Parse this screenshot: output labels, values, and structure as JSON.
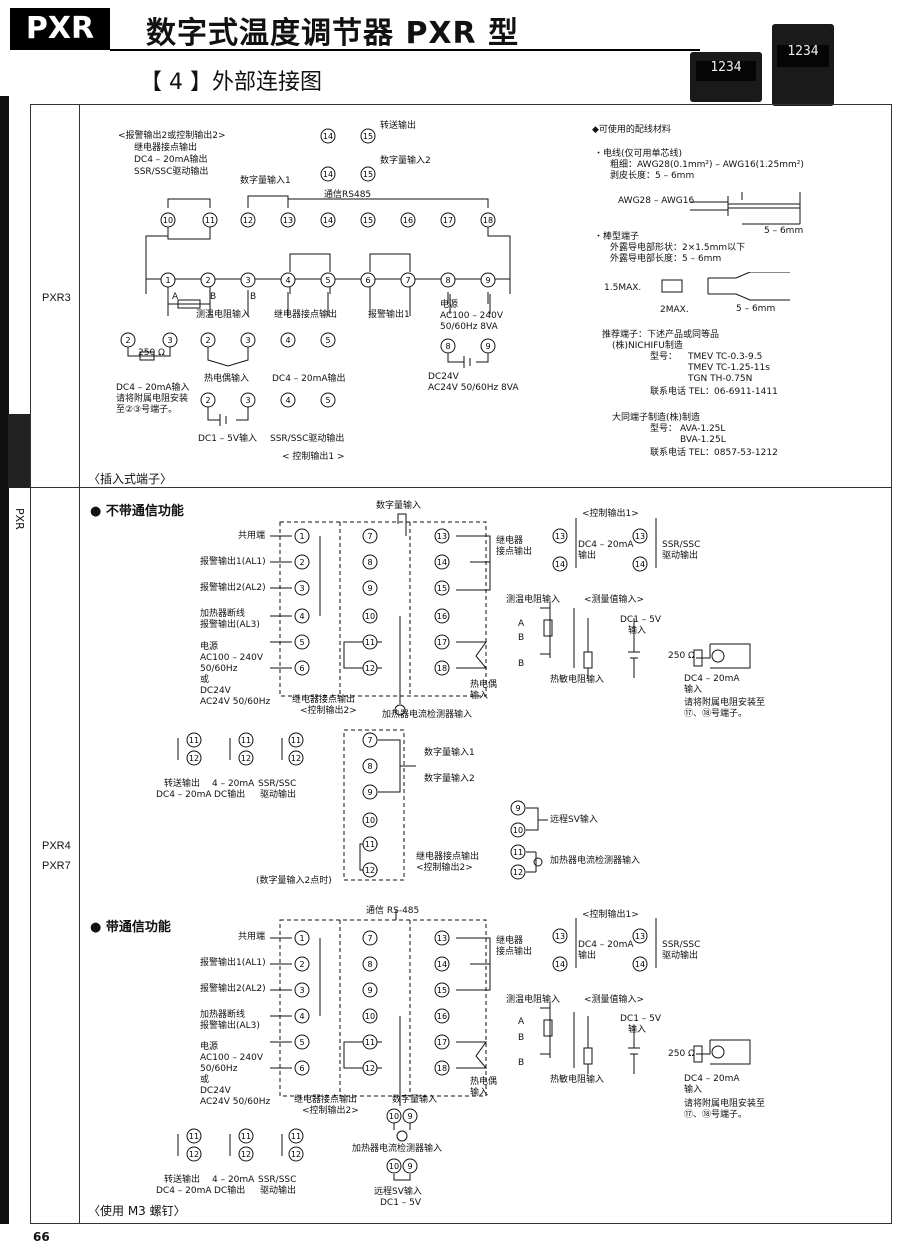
{
  "header": {
    "badge": "PXR",
    "title": "数字式温度调节器 PXR 型",
    "section": "【 4 】外部连接图"
  },
  "side_label": "PXR",
  "page_number": "66",
  "product_images": [
    {
      "display": "1234"
    },
    {
      "display": "1234"
    }
  ],
  "row1": {
    "label": "PXR3",
    "caption": "〈插入式端子〉",
    "texts": {
      "alarm_out2": "<报警输出2或控制输出2>",
      "relay_out": "继电器接点输出",
      "dc_out": "DC4 – 20mA输出",
      "ssr_out": "SSR/SSC驱动输出",
      "transfer_out": "转送输出",
      "digital_in2": "数字量输入2",
      "digital_in1": "数字量输入1",
      "comm": "通信RS485",
      "rtd_in": "测温电阻输入",
      "relay_contact_out": "继电器接点输出",
      "alarm_out1": "报警输出1",
      "power": "电源",
      "power_ac": "AC100 – 240V",
      "power_hz": "50/60Hz 8VA",
      "dc24": "DC24V",
      "dc24_ac": "AC24V 50/60Hz 8VA",
      "ohm250": "250 Ω",
      "dc_in_note1": "DC4 – 20mA输入",
      "dc_in_note2": "请将附属电阻安装",
      "dc_in_note3": "至②③号端子。",
      "tc_in": "热电偶输入",
      "dc_out2": "DC4 – 20mA输出",
      "dc1_5": "DC1 – 5V输入",
      "ssr_out2": "SSR/SSC驱动输出",
      "ctrl_out1": "< 控制输出1 >",
      "a": "A",
      "b": "B",
      "plus": "+",
      "minus": "–"
    },
    "wire_info": {
      "title": "◆可使用的配线材料",
      "wire": "・电线(仅可用单芯线)",
      "gauge": "粗细：AWG28(0.1mm²) – AWG16(1.25mm²)",
      "strip": "剥皮长度：5 – 6mm",
      "awg": "AWG28 – AWG16",
      "len1": "5 – 6mm",
      "rod": "・棒型端子",
      "rod_shape": "外露导电部形状：2×1.5mm以下",
      "rod_len": "外露导电部长度：5 – 6mm",
      "max15": "1.5MAX.",
      "max2": "2MAX.",
      "len2": "5 – 6mm",
      "rec": "推荐端子：下述产品或同等品",
      "maker1": "(株)NICHIFU制造",
      "model_label": "型号：",
      "m1": "TMEV TC-0.3-9.5",
      "m2": "TMEV TC-1.25-11s",
      "m3": "TGN TH-0.75N",
      "tel1": "联系电话 TEL：06-6911-1411",
      "maker2": "大同端子制造(株)制造",
      "m4": "AVA-1.25L",
      "m5": "BVA-1.25L",
      "tel2": "联系电话 TEL：0857-53-1212"
    }
  },
  "row2": {
    "labels": [
      "PXR4",
      "PXR7"
    ],
    "caption": "〈使用 M3 螺钉〉",
    "sec_a": "● 不带通信功能",
    "sec_b": "● 带通信功能",
    "texts": {
      "digital_in": "数字量输入",
      "comm_rs485": "通信 RS-485",
      "common": "共用端",
      "al1": "报警输出1(AL1)",
      "al2": "报警输出2(AL2)",
      "al3a": "加热器断线",
      "al3b": "报警输出(AL3)",
      "power": "电源",
      "ac": "AC100 – 240V",
      "hz": "50/60Hz",
      "or": "或",
      "dc24": "DC24V",
      "ac24": "AC24V 50/60Hz",
      "relay_out2a": "继电器接点输出",
      "relay_out2b": "<控制输出2>",
      "heater_ct": "加热器电流检测器输入",
      "relay_a": "继电器",
      "relay_b": "接点输出",
      "ctrl1": "<控制输出1>",
      "dc420": "DC4 – 20mA",
      "out": "输出",
      "ssr": "SSR/SSC",
      "drive": "驱动输出",
      "rtd_in": "测温电阻输入",
      "meas_in": "<测量值输入>",
      "dc15a": "DC1 – 5V",
      "dc15b": "输入",
      "thermistor": "热敏电阻输入",
      "tc_a": "热电偶",
      "tc_b": "输入",
      "ohm250": "250 Ω",
      "dcin_a": "DC4 – 20mA",
      "dcin_b": "输入",
      "dcin_c": "请将附属电阻安装至",
      "dcin_d": "⑰、⑱号端子。",
      "transfer_a": "转送输出",
      "transfer_b": "DC4 – 20mA",
      "ma_a": "4 – 20mA",
      "ma_b": "DC输出",
      "ssr_a": "SSR/SSC",
      "ssr_b": "驱动输出",
      "dig1": "数字量输入1",
      "dig2": "数字量输入2",
      "remote_sv": "远程SV输入",
      "dig2pt": "(数字量输入2点时)",
      "remote_sv2": "远程SV输入",
      "dc15v": "DC1 – 5V",
      "a": "A",
      "b": "B"
    }
  }
}
